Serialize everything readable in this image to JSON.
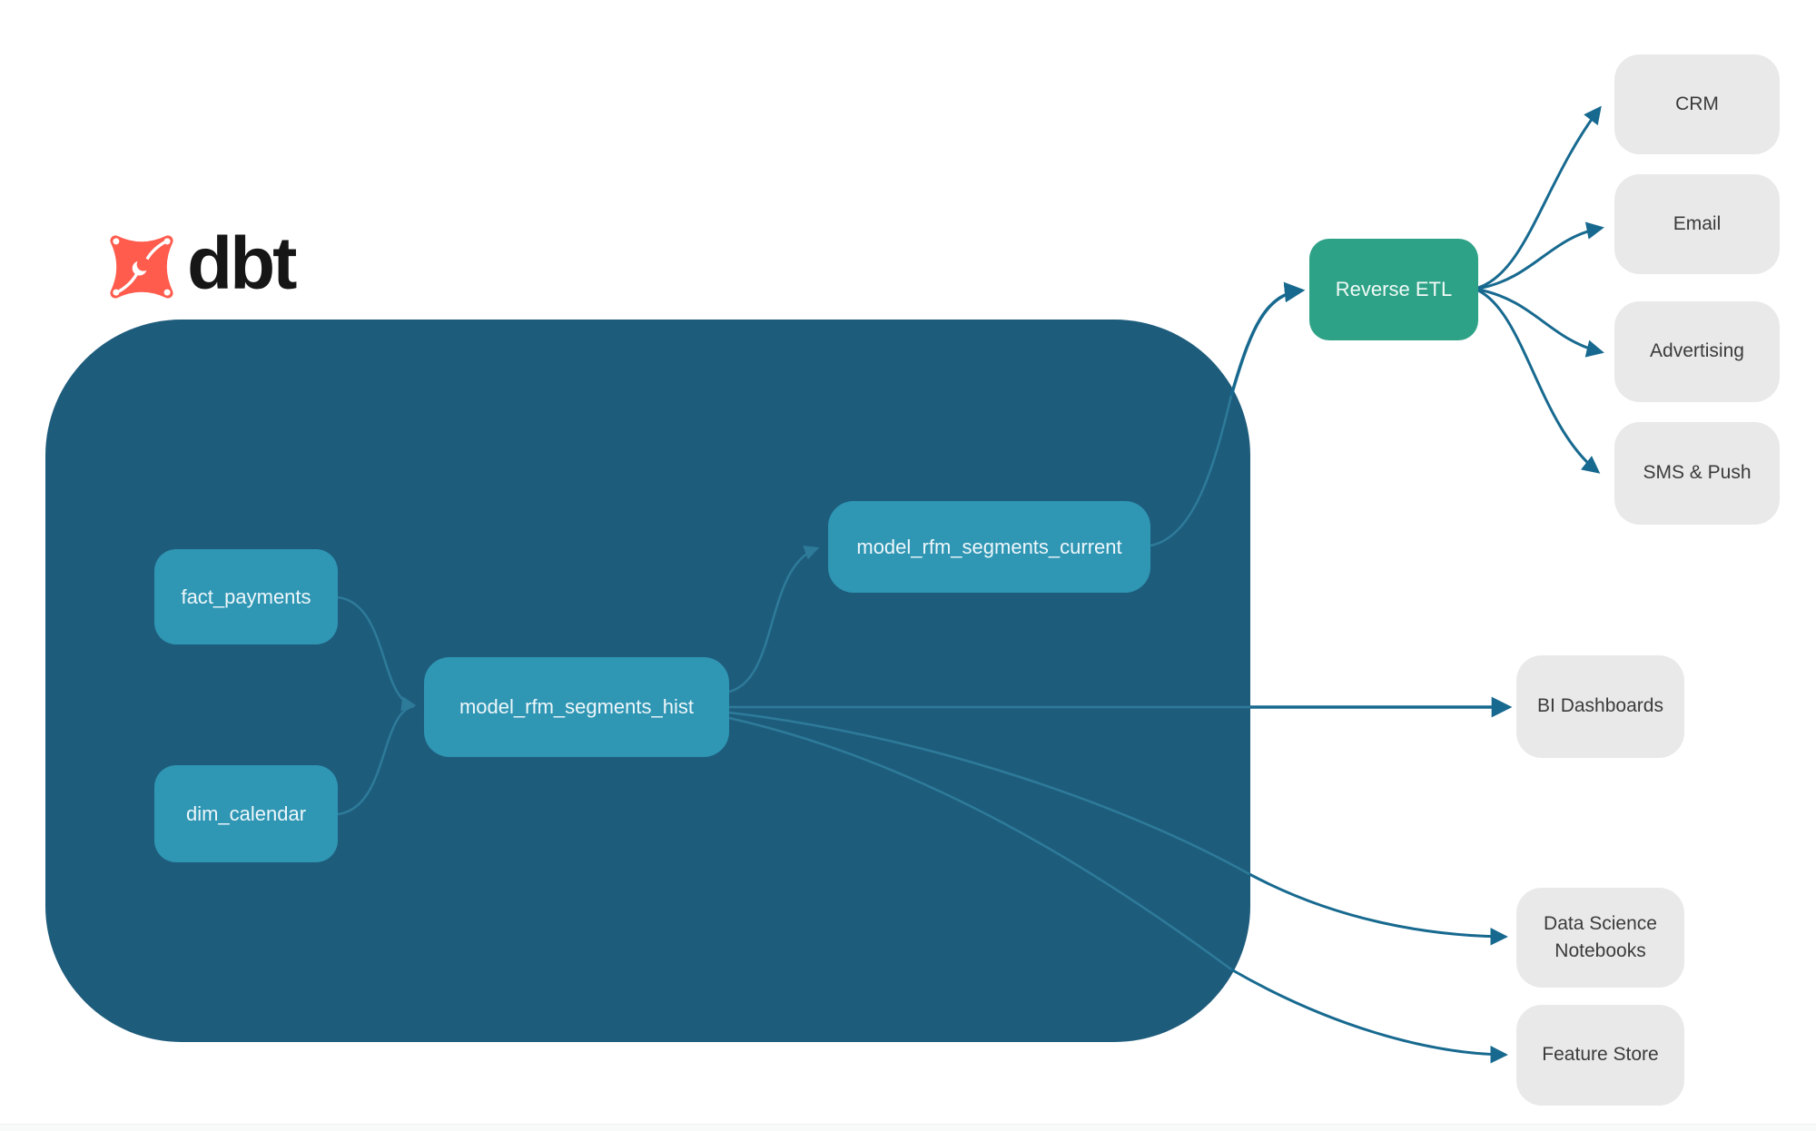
{
  "logo": {
    "wordmark": "dbt",
    "icon": "dbt-star-icon",
    "icon_color": "#ff5c4e",
    "wordmark_color": "#161616"
  },
  "colors": {
    "warehouse_background": "#1e5c7c",
    "model_node": "#2f96b4",
    "activation_node": "#2ea287",
    "destination_node": "#e9e9e9",
    "destination_text": "#3b3b3b",
    "connector_outside": "#17698f",
    "connector_inside": "#2e7b99"
  },
  "nodes": {
    "fact_payments": "fact_payments",
    "dim_calendar": "dim_calendar",
    "model_hist": "model_rfm_segments_hist",
    "model_current": "model_rfm_segments_current",
    "reverse_etl": "Reverse ETL",
    "crm": "CRM",
    "email": "Email",
    "advertising": "Advertising",
    "sms_push": "SMS & Push",
    "bi_dashboards": "BI Dashboards",
    "ds_notebooks": "Data Science Notebooks",
    "feature_store": "Feature Store"
  },
  "edges": [
    {
      "from": "fact_payments",
      "to": "model_rfm_segments_hist"
    },
    {
      "from": "dim_calendar",
      "to": "model_rfm_segments_hist"
    },
    {
      "from": "model_rfm_segments_hist",
      "to": "model_rfm_segments_current"
    },
    {
      "from": "model_rfm_segments_current",
      "to": "Reverse ETL"
    },
    {
      "from": "Reverse ETL",
      "to": "CRM"
    },
    {
      "from": "Reverse ETL",
      "to": "Email"
    },
    {
      "from": "Reverse ETL",
      "to": "Advertising"
    },
    {
      "from": "Reverse ETL",
      "to": "SMS & Push"
    },
    {
      "from": "model_rfm_segments_hist",
      "to": "BI Dashboards"
    },
    {
      "from": "model_rfm_segments_hist",
      "to": "Data Science Notebooks"
    },
    {
      "from": "model_rfm_segments_hist",
      "to": "Feature Store"
    }
  ]
}
